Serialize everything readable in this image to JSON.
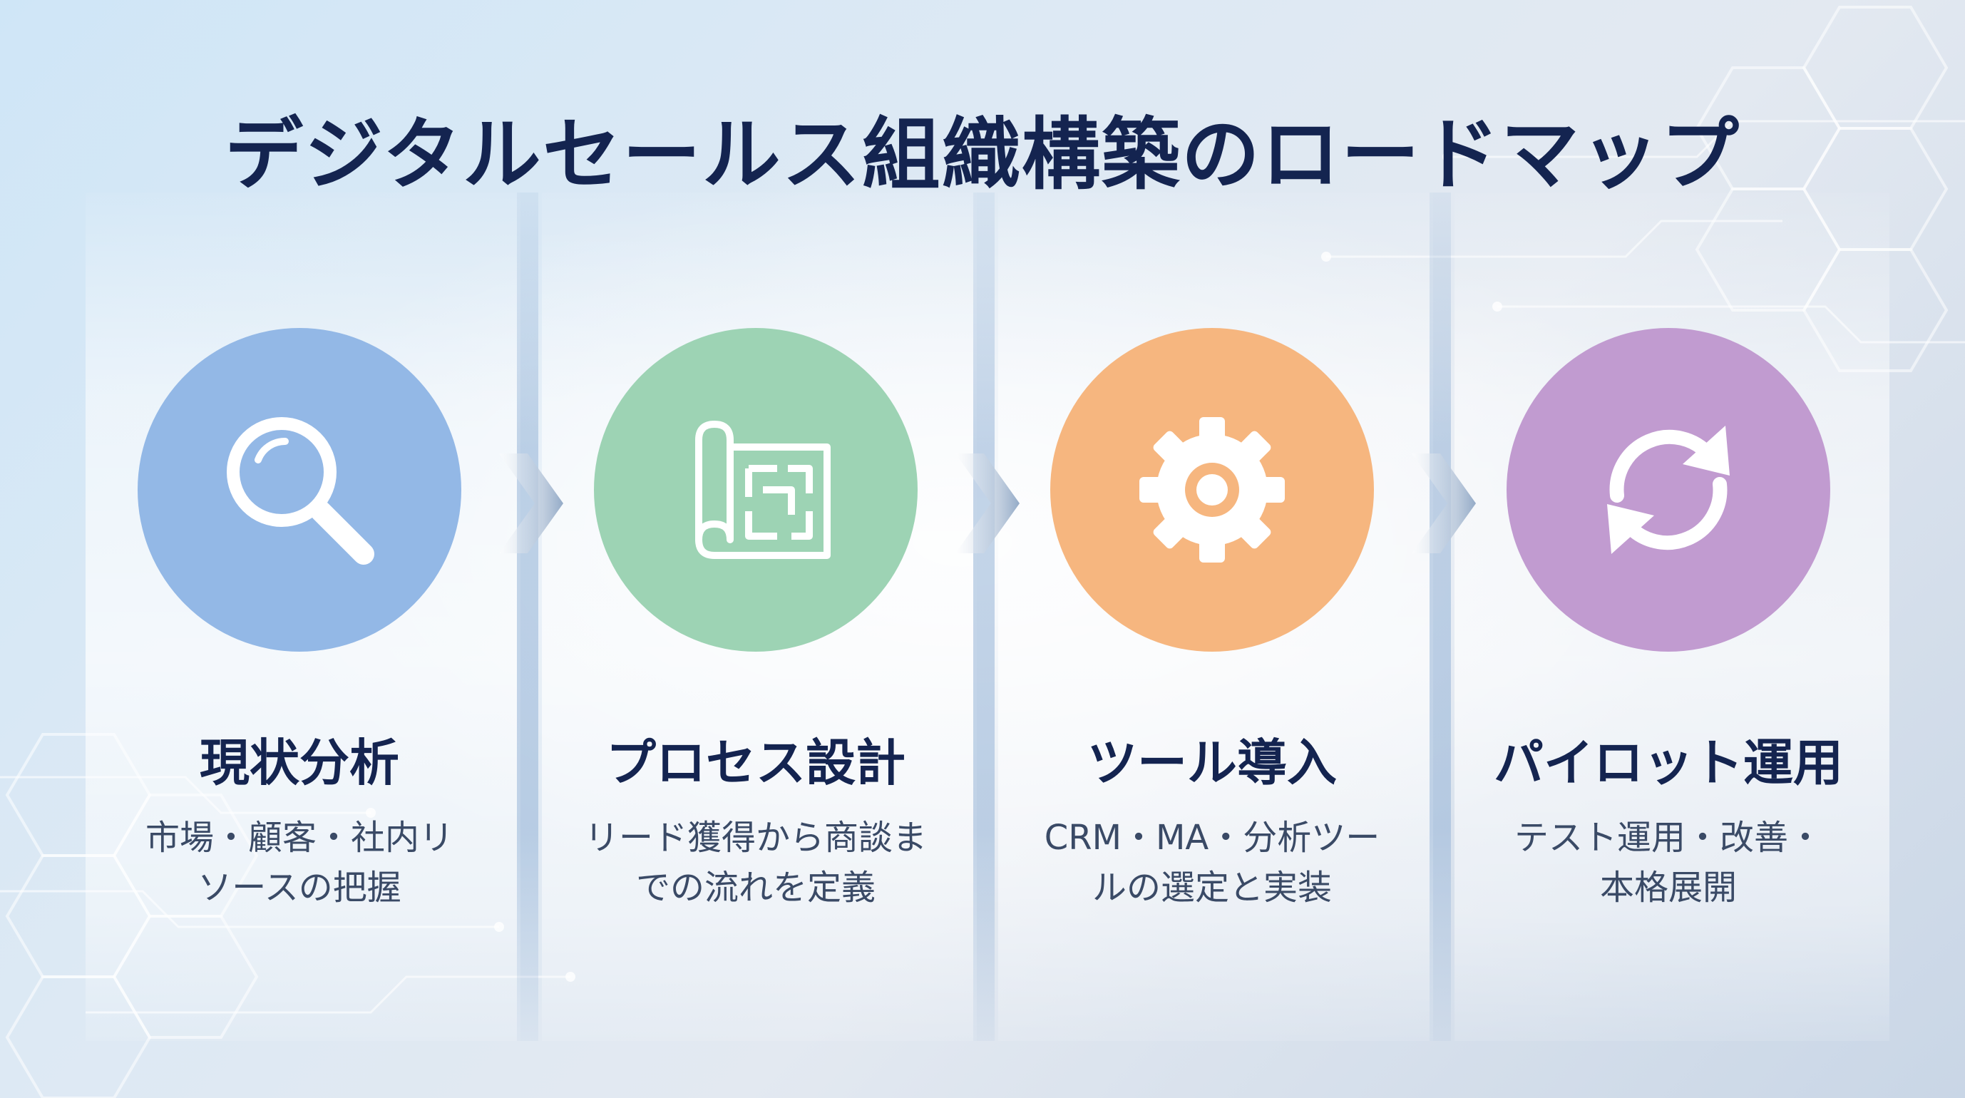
{
  "title": "デジタルセールス組織構築のロードマップ",
  "colors": {
    "step1": "#93b8e6",
    "step2": "#9dd3b4",
    "step3": "#f6b67f",
    "step4": "#c19bd0",
    "title_text": "#142450"
  },
  "steps": [
    {
      "title": "現状分析",
      "desc_line1": "市場・顧客・社内リ",
      "desc_line2": "ソースの把握",
      "icon": "magnifier-icon"
    },
    {
      "title": "プロセス設計",
      "desc_line1": "リード獲得から商談ま",
      "desc_line2": "での流れを定義",
      "icon": "blueprint-icon"
    },
    {
      "title": "ツール導入",
      "desc_line1": "CRM・MA・分析ツー",
      "desc_line2": "ルの選定と実装",
      "icon": "gear-icon"
    },
    {
      "title": "パイロット運用",
      "desc_line1": "テスト運用・改善・",
      "desc_line2": "本格展開",
      "icon": "refresh-cycle-icon"
    }
  ]
}
